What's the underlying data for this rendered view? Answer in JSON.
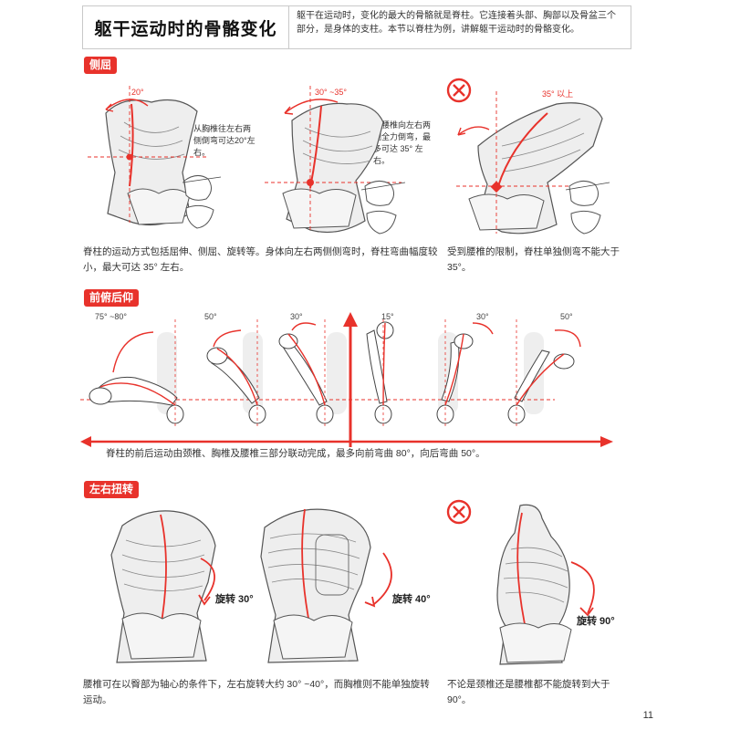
{
  "header": {
    "title": "躯干运动时的骨骼变化",
    "description": "躯干在运动时，变化的最大的骨骼就是脊柱。它连接着头部、胸部以及骨盆三个部分，是身体的支柱。本节以脊柱为例，讲解躯干运动时的骨骼变化。"
  },
  "sections": {
    "lateral": {
      "tag": "侧屈",
      "angles": [
        "20°",
        "30° ~35°",
        "35° 以上"
      ],
      "notes": [
        "从胸椎往左右两侧倒弯可达20°左右。",
        "从腰椎向左右两侧全力倒弯，最多可达 35° 左右。"
      ],
      "caption_main": "脊柱的运动方式包括屈伸、侧屈、旋转等。身体向左右两侧侧弯时，脊柱弯曲幅度较小，最大可达 35° 左右。",
      "caption_wrong": "受到腰椎的限制，脊柱单独侧弯不能大于 35°。"
    },
    "flexion": {
      "tag": "前俯后仰",
      "angles": [
        "75° ~80°",
        "50°",
        "30°",
        "15°",
        "30°",
        "50°"
      ],
      "caption": "脊柱的前后运动由颈椎、胸椎及腰椎三部分联动完成，最多向前弯曲 80°，向后弯曲 50°。"
    },
    "rotation": {
      "tag": "左右扭转",
      "labels": [
        "旋转 30°",
        "旋转 40°",
        "旋转 90°"
      ],
      "caption_main": "腰椎可在以臀部为轴心的条件下，左右旋转大约 30° ~40°，而胸椎则不能单独旋转运动。",
      "caption_wrong": "不论是颈椎还是腰椎都不能旋转到大于 90°。"
    }
  },
  "page_number": "11",
  "colors": {
    "accent": "#e8322b",
    "line": "#555555",
    "fill": "#dddddd"
  }
}
